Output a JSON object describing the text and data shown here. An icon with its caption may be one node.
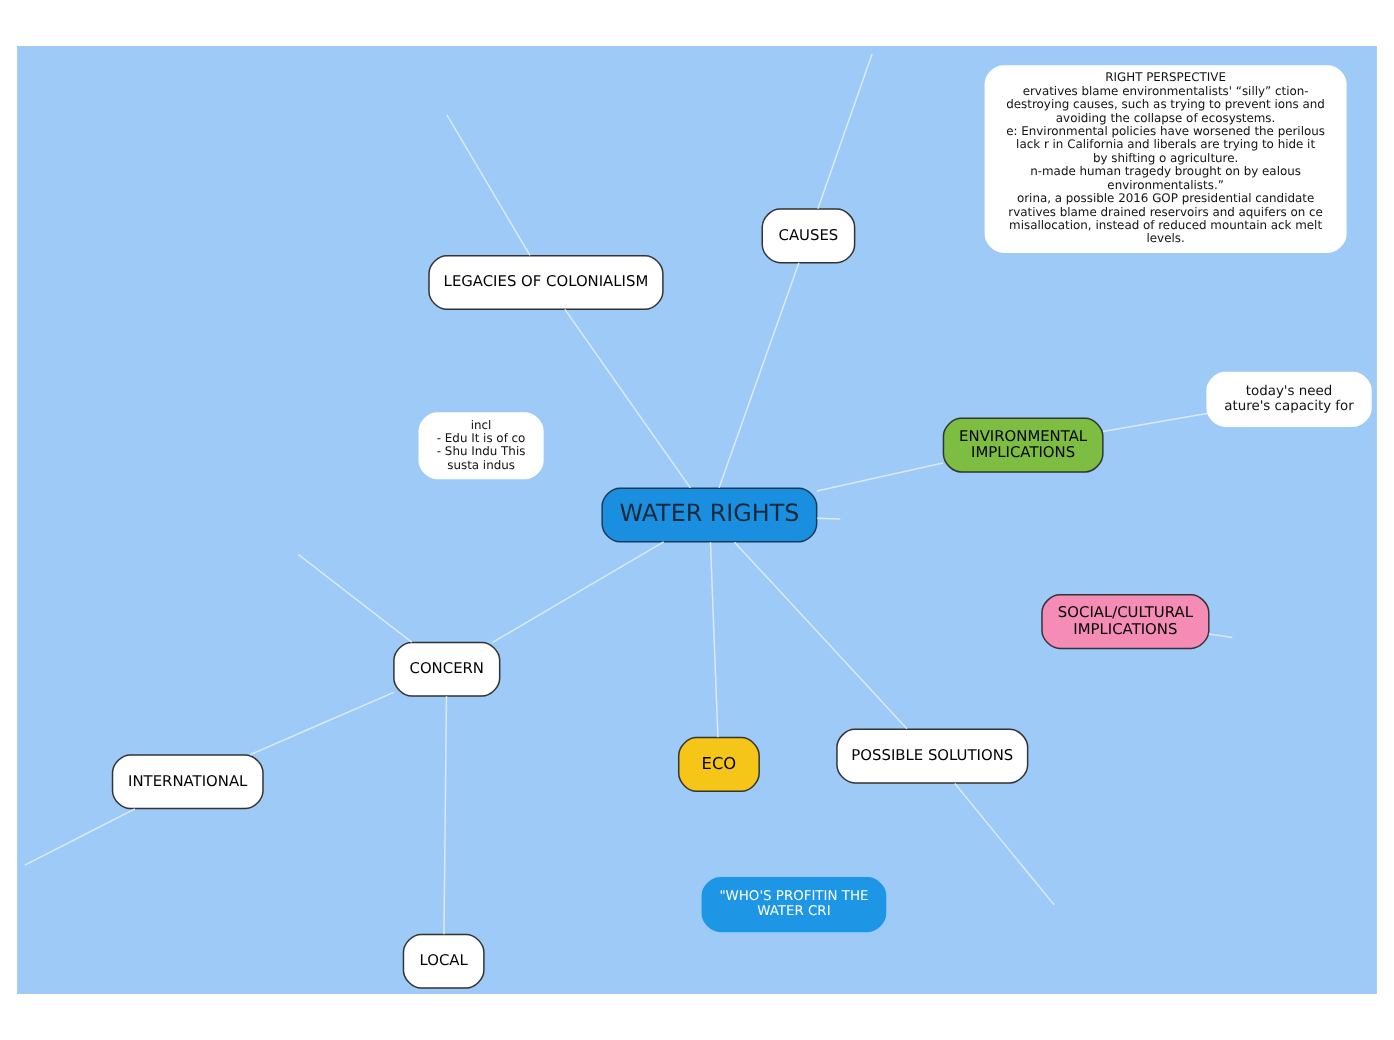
{
  "diagram": {
    "nodes": [
      {
        "text": [
          "WATER RIGHTS"
        ]
      },
      {
        "text": [
          "LEGACIES OF COLONIALISM"
        ]
      },
      {
        "text": [
          "SOCIAL/CULTURAL IMPLICATIONS"
        ]
      },
      {
        "text": [
          "POSSIBLE SOLUTIONS"
        ]
      },
      {
        "text": [
          "CAUSES"
        ]
      },
      {
        "text": [
          "RIGHT PERSPECTIVE",
          "ervatives blame environmentalists' “silly” ction-destroying causes, such as trying to prevent ions and avoiding the collapse of ecosystems.",
          "e: Environmental policies have worsened the perilous lack r in California and liberals are trying to hide it by shifting o agriculture.",
          "n-made human tragedy brought on by ealous environmentalists.”",
          "orina, a possible 2016 GOP presidential candidate",
          "rvatives blame drained reservoirs and aquifers on ce misallocation, instead of reduced mountain ack melt levels."
        ]
      },
      {
        "text": [
          "ENVIRONMENTAL IMPLICATIONS"
        ]
      },
      {
        "text": [
          "CONCERN"
        ]
      },
      {
        "text": [
          "INTERNATIONAL"
        ]
      },
      {
        "text": [
          "LOCAL"
        ]
      },
      {
        "text": [
          "ECO"
        ]
      },
      {
        "text": [
          "\"WHO'S PROFITIN THE WATER CRI"
        ]
      },
      {
        "text": [
          "today's need",
          "ature's capacity for"
        ]
      },
      {
        "text": [
          "incl",
          "- Edu It is of co",
          "- Shu Indu This susta indus"
        ]
      }
    ],
    "edges": [
      {
        "from": 0,
        "to": 1,
        "arrow": "none"
      },
      {
        "from": 0,
        "to": 3,
        "arrow": "none"
      },
      {
        "from": 0,
        "to": 4,
        "arrow": "none"
      },
      {
        "from": 0,
        "to": 6,
        "arrow": "none"
      },
      {
        "from": 0,
        "to": 7,
        "arrow": "none"
      },
      {
        "from": 0,
        "to": 10,
        "arrow": "none"
      },
      {
        "from": 0,
        "to": null,
        "arrow": "none"
      },
      {
        "from": 1,
        "to": null,
        "arrow": "none"
      },
      {
        "from": 2,
        "to": null,
        "arrow": "none"
      },
      {
        "from": 3,
        "to": null,
        "arrow": "none"
      },
      {
        "from": 4,
        "to": null,
        "arrow": "none"
      },
      {
        "from": 6,
        "to": 12,
        "arrow": "none"
      },
      {
        "from": 7,
        "to": 8,
        "arrow": "none"
      },
      {
        "from": 7,
        "to": 9,
        "arrow": "none"
      },
      {
        "from": 7,
        "to": null,
        "arrow": "none"
      },
      {
        "from": 8,
        "to": null,
        "arrow": "none"
      }
    ]
  }
}
